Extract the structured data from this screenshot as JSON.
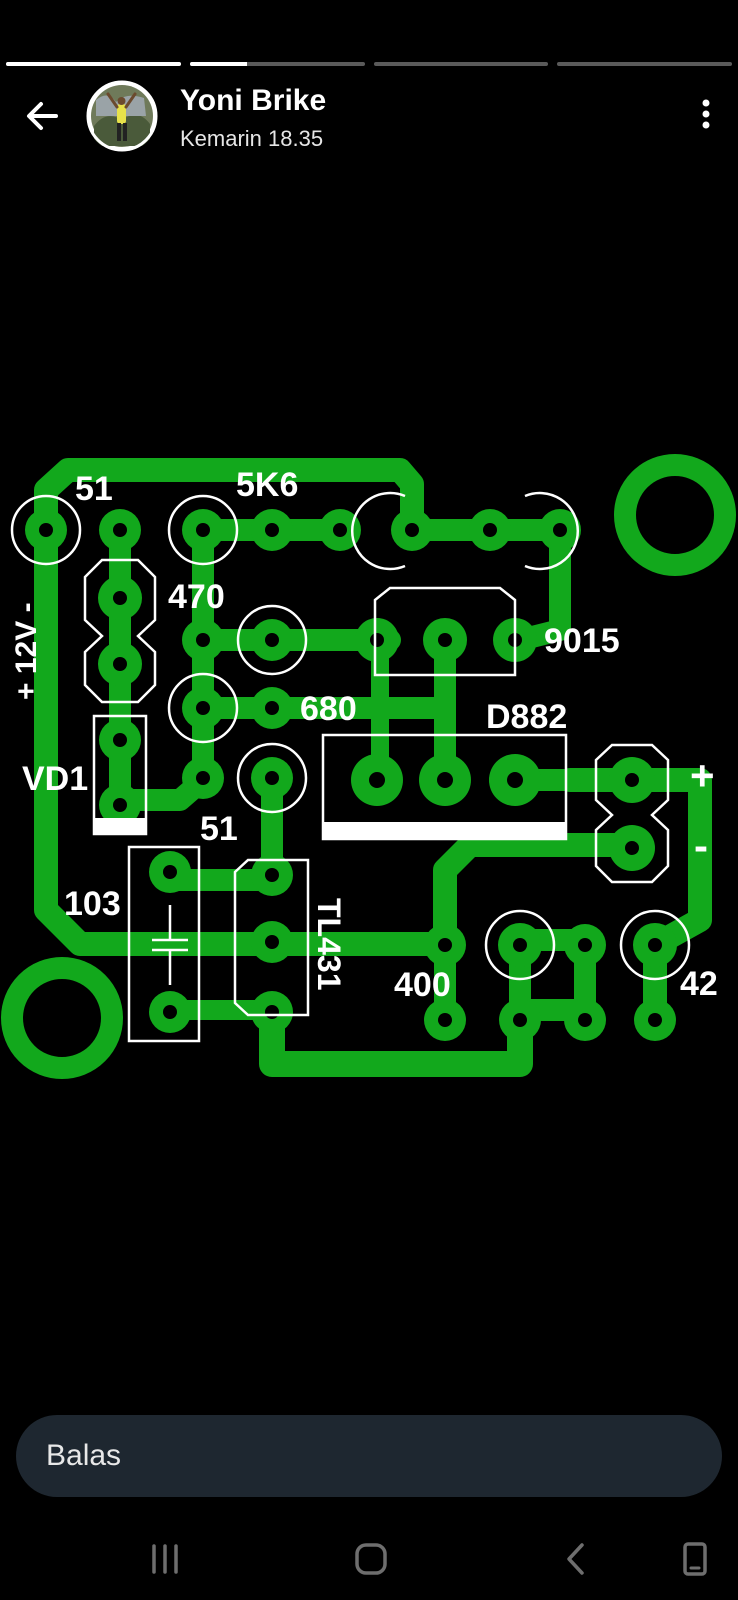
{
  "story": {
    "progress_segments": [
      {
        "fill": 1.0
      },
      {
        "fill": 0.33
      },
      {
        "fill": 0.0
      },
      {
        "fill": 0.0
      }
    ],
    "user_name": "Yoni Brike",
    "timestamp": "Kemarin 18.35",
    "image": {
      "trace_color": "#12a81c",
      "silk_color": "#ffffff",
      "labels": {
        "r51_top": "51",
        "r5k6": "5K6",
        "r470": "470",
        "t9015": "9015",
        "r680": "680",
        "d882": "D882",
        "vd1": "VD1",
        "r51_bottom": "51",
        "c103": "103",
        "tl431": "TL431",
        "r400": "400",
        "r42": "42",
        "supply": "+ 12V -",
        "plus": "+",
        "minus": "-"
      }
    }
  },
  "reply": {
    "placeholder": "Balas"
  },
  "icons": {
    "back": "arrow-left-icon",
    "more": "more-vertical-icon",
    "recents": "recents-icon",
    "home": "home-icon",
    "nav_back": "chevron-left-icon",
    "rotate": "rotate-icon"
  }
}
